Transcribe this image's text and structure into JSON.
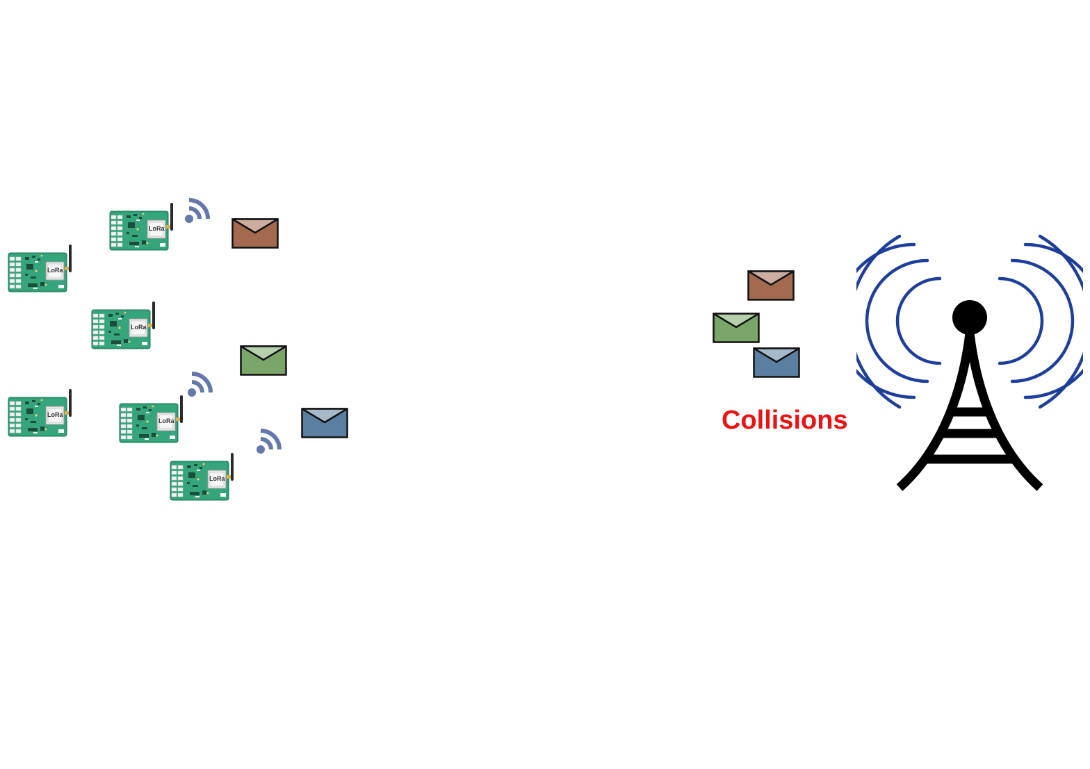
{
  "device_chip_label": "LoRa",
  "collisions_label": "Collisions",
  "devices": [
    {
      "name": "lora-device-1",
      "color": "#2f9a72"
    },
    {
      "name": "lora-device-2",
      "color": "#2f9a72"
    },
    {
      "name": "lora-device-3",
      "color": "#2f9a72"
    },
    {
      "name": "lora-device-4",
      "color": "#2f9a72"
    },
    {
      "name": "lora-device-5",
      "color": "#2f9a72"
    },
    {
      "name": "lora-device-6",
      "color": "#2f9a72"
    }
  ],
  "messages_sent": [
    {
      "name": "orange-envelope",
      "color": "#a36a50"
    },
    {
      "name": "green-envelope",
      "color": "#7aa769"
    },
    {
      "name": "blue-envelope",
      "color": "#5b7fa0"
    }
  ],
  "messages_collided": [
    {
      "name": "orange-envelope",
      "color": "#a36a50"
    },
    {
      "name": "green-envelope",
      "color": "#7aa769"
    },
    {
      "name": "blue-envelope",
      "color": "#5b7fa0"
    }
  ],
  "colors": {
    "collision_text": "#ee1111",
    "signal_icon": "#6478ab",
    "tower_waves": "#1d3f9b",
    "tower_body": "#000000"
  },
  "icons": {
    "device": "lora-board-icon",
    "signal": "wifi-signal-icon",
    "message": "envelope-icon",
    "gateway": "radio-tower-icon"
  }
}
